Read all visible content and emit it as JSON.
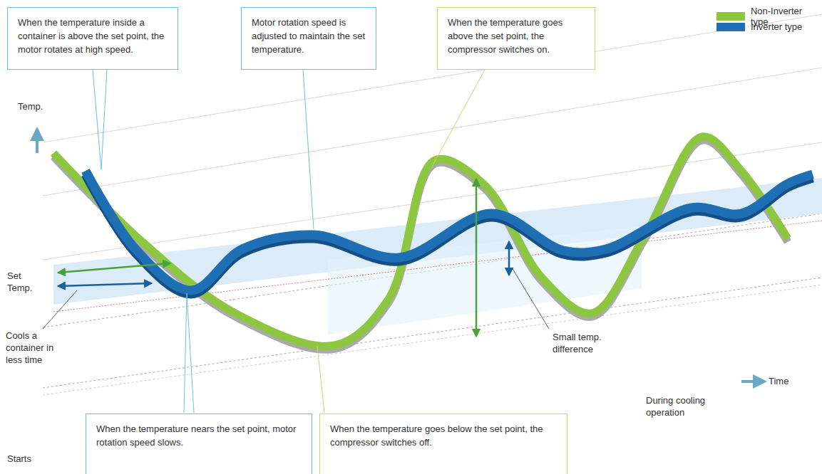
{
  "diagram": {
    "nodes": [
      {
        "text": [
          "When the temperature inside a container is above the set point, the motor rotates at high speed."
        ]
      },
      {
        "text": [
          "Motor rotation speed is adjusted to maintain the set temperature."
        ]
      },
      {
        "text": [
          "When the temperature goes above the set point, the compressor switches on."
        ]
      },
      {
        "text": [
          "When the temperature nears the set point, motor rotation speed slows."
        ]
      },
      {
        "text": [
          "When the temperature goes below the set point, the compressor switches off."
        ]
      }
    ],
    "labels": [
      "Temp.",
      "Set Temp.",
      "Cools a container in less time",
      "Small temp. difference",
      "Time",
      "During cooling operation",
      "Starts"
    ],
    "legend": [
      {
        "text": "Non-Inverter type",
        "color": "#8dc63f"
      },
      {
        "text": "Inverter type",
        "color": "#1f6fb5"
      }
    ]
  }
}
